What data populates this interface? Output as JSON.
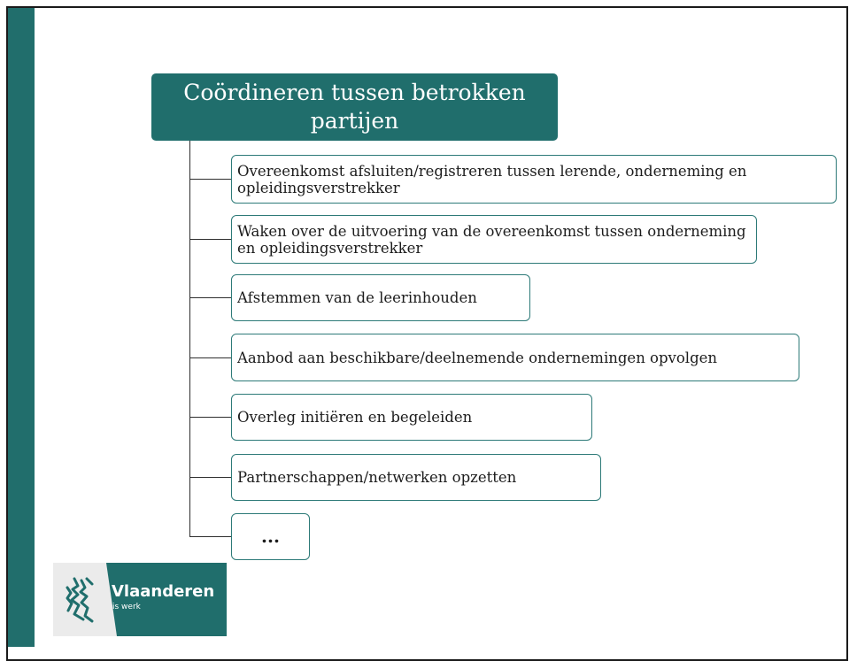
{
  "title": "Coördineren tussen betrokken partijen",
  "items": [
    "Overeenkomst afsluiten/registreren tussen lerende, onderneming en opleidingsverstrekker",
    "Waken over de uitvoering van de overeenkomst tussen onderneming en opleidingsverstrekker",
    "Afstemmen van de leerinhouden",
    "Aanbod aan beschikbare/deelnemende ondernemingen opvolgen",
    "Overleg initiëren en begeleiden",
    "Partnerschappen/netwerken opzetten",
    "..."
  ],
  "logo": {
    "name": "Vlaanderen",
    "tagline": "is werk",
    "icon": "flemish-lion-icon"
  },
  "colors": {
    "accent": "#216e6c",
    "border": "#2d7a78",
    "logo_bg": "#ebebeb"
  }
}
